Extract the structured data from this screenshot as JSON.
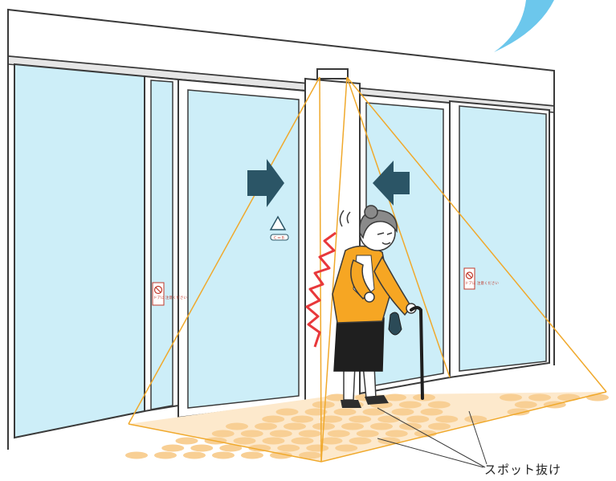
{
  "caption": "スポット抜け",
  "signs": {
    "left_door_sign": "ドアに 注意ください",
    "right_door_sign": "ドアに 注意ください",
    "center_sticker": "C ⇔ B"
  },
  "colors": {
    "glass": "#cdeef8",
    "frame": "#ffffff",
    "outline": "#3a3a3a",
    "sensor_line": "#f0a92c",
    "floor_dot": "#f8cf94",
    "floor_base": "#fde9cc",
    "arrow": "#2b5566",
    "coat": "#f6a623",
    "skirt": "#1f1f1f",
    "hair": "#8a8a8a",
    "alert": "#e8383b",
    "sky_accent": "#6cc7ec"
  }
}
